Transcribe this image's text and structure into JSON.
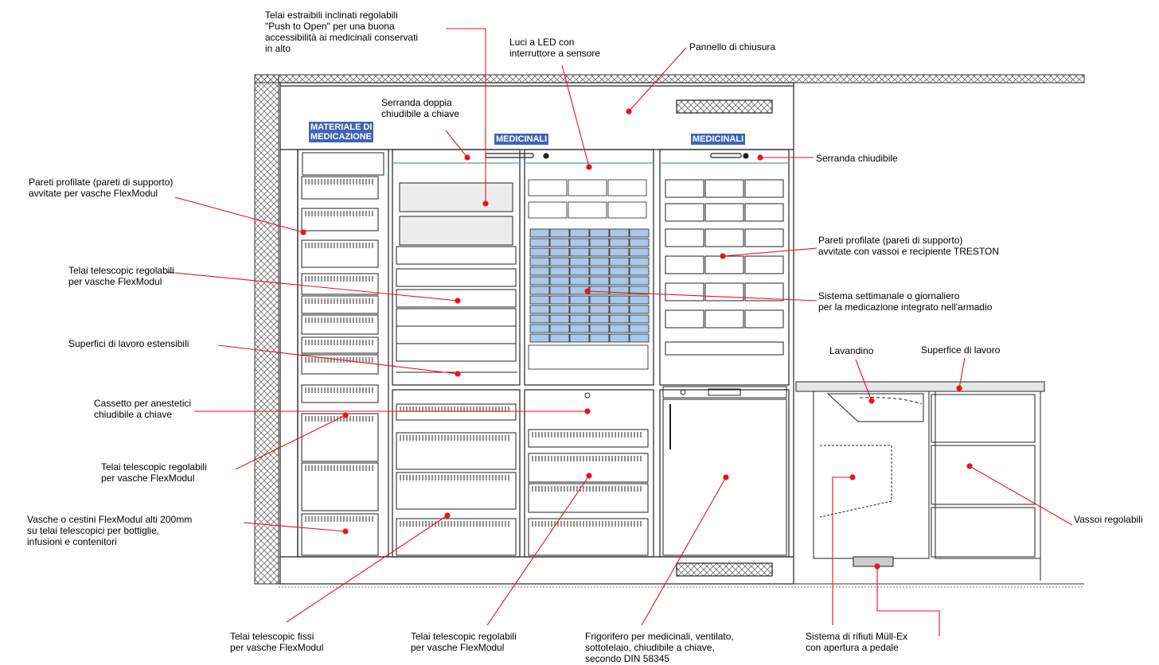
{
  "sections": {
    "left": "MATERIALE DI\nMEDICAZIONE",
    "middle": "MEDICINALI",
    "right": "MEDICINALI"
  },
  "callouts": [
    {
      "id": "push-to-open",
      "text": "Telai estraibili inclinati regolabili\n\"Push to Open\" per una buona\naccessibilità ai medicinali conservati\nin alto"
    },
    {
      "id": "led",
      "text": "Luci a LED con\ninterruttore a sensore"
    },
    {
      "id": "closing-panel",
      "text": "Pannello di chiusura"
    },
    {
      "id": "double-shutter",
      "text": "Serranda doppia\nchiudibile a chiave"
    },
    {
      "id": "lockable-shutter",
      "text": "Serranda chiudibile"
    },
    {
      "id": "profile-walls-flex",
      "text": "Pareti profilate (pareti di supporto)\navvitate per vasche FlexModul"
    },
    {
      "id": "profile-walls-treston",
      "text": "Pareti profilate (pareti di supporto)\navvitate con vassoi e recipiente TRESTON"
    },
    {
      "id": "telescopic-adj-1",
      "text": "Telai telescopic regolabili\nper vasche FlexModul"
    },
    {
      "id": "weekly-system",
      "text": "Sistema settimanale o giornaliero\nper la medicazione integrato nell'armadio"
    },
    {
      "id": "work-surfaces",
      "text": "Superfici di lavoro estensibili"
    },
    {
      "id": "sink",
      "text": "Lavandino"
    },
    {
      "id": "work-surface",
      "text": "Superfice di lavoro"
    },
    {
      "id": "anesthetics-drawer",
      "text": "Cassetto per anestetici\nchiudibile a chiave"
    },
    {
      "id": "telescopic-adj-2",
      "text": "Telai telescopic regolabili\nper vasche FlexModul"
    },
    {
      "id": "flexmodul-baskets",
      "text": "Vasche o cestini FlexModul alti 200mm\nsu telai telescopici per bottiglie,\ninfusioni e contenitori"
    },
    {
      "id": "adjustable-trays",
      "text": "Vassoi regolabili"
    },
    {
      "id": "telescopic-fixed",
      "text": "Telai telescopic fissi\nper vasche FlexModul"
    },
    {
      "id": "telescopic-adj-3",
      "text": "Telai telescopic regolabili\nper vasche FlexModul"
    },
    {
      "id": "fridge",
      "text": "Frigorifero per medicinali, ventilato,\nsottotelaio, chiudibile a chiave,\nsecondo DIN 58345"
    },
    {
      "id": "waste-system",
      "text": "Sistema di rifiuti Müll-Ex\ncon apertura a pedale"
    }
  ],
  "colors": {
    "leader": "#e8141b",
    "section_bg": "#3f64b6",
    "pillbox": "#a9c8ea",
    "line": "#222222"
  }
}
